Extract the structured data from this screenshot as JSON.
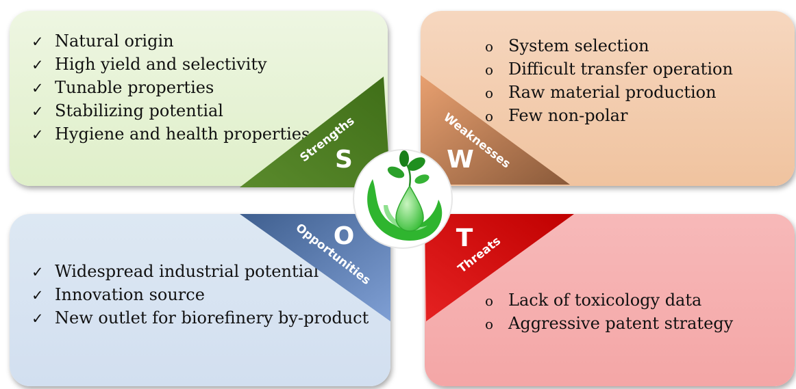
{
  "quadrants": {
    "strengths": {
      "label": "Strengths",
      "letter": "S",
      "marker": "✓",
      "items": [
        "Natural origin",
        "High yield and selectivity",
        "Tunable properties",
        "Stabilizing potential",
        "Hygiene and health properties"
      ]
    },
    "weaknesses": {
      "label": "Weaknesses",
      "letter": "W",
      "marker": "o",
      "items": [
        "System selection",
        "Difficult transfer operation",
        "Raw material production",
        "Few non-polar"
      ]
    },
    "opportunities": {
      "label": "Opportunities",
      "letter": "O",
      "marker": "✓",
      "items": [
        "Widespread industrial potential",
        "Innovation source",
        "New outlet for biorefinery by-product"
      ]
    },
    "threats": {
      "label": "Threats",
      "letter": "T",
      "marker": "o",
      "items": [
        "Lack of toxicology data",
        "Aggressive patent strategy"
      ]
    }
  },
  "colors": {
    "strengths_wedge": "#4c7a22",
    "weaknesses_wedge": "#c27a4f",
    "opportunities_wedge": "#6d8cc4",
    "threats_wedge": "#d90f0f",
    "logo_green": "#33bb33"
  },
  "logo": {
    "icon": "leaf-droplet-logo"
  }
}
